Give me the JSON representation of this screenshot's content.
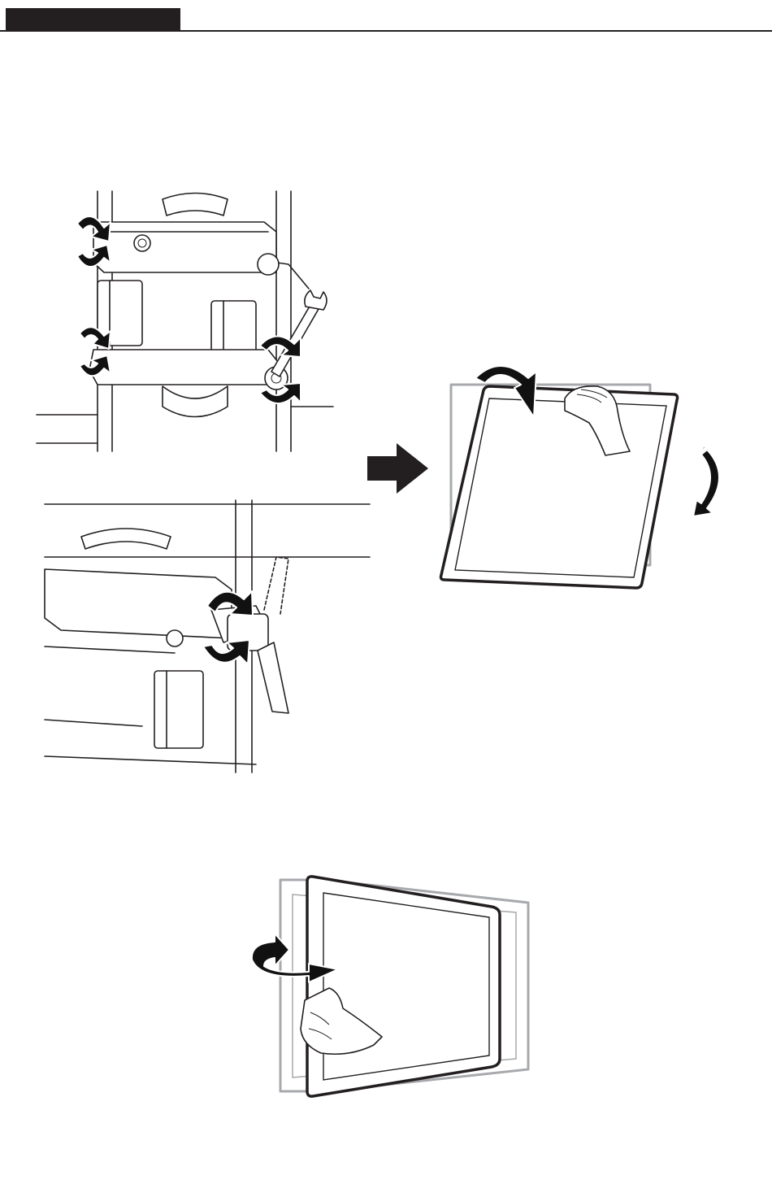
{
  "page": {
    "header_bar_label": "",
    "colors": {
      "ink": "#231f20",
      "ghost": "#a7a9ac",
      "arrow": "#111111",
      "paper": "#ffffff"
    }
  },
  "figures": [
    {
      "id": "loosen-nuts",
      "icon": "wrench-loosen-icon"
    },
    {
      "id": "lock-handle",
      "icon": "tilt-lock-handle-icon"
    },
    {
      "id": "tilt-display",
      "icon": "tilt-arrow-icon"
    },
    {
      "id": "swivel-display",
      "icon": "swivel-arrow-icon"
    }
  ]
}
